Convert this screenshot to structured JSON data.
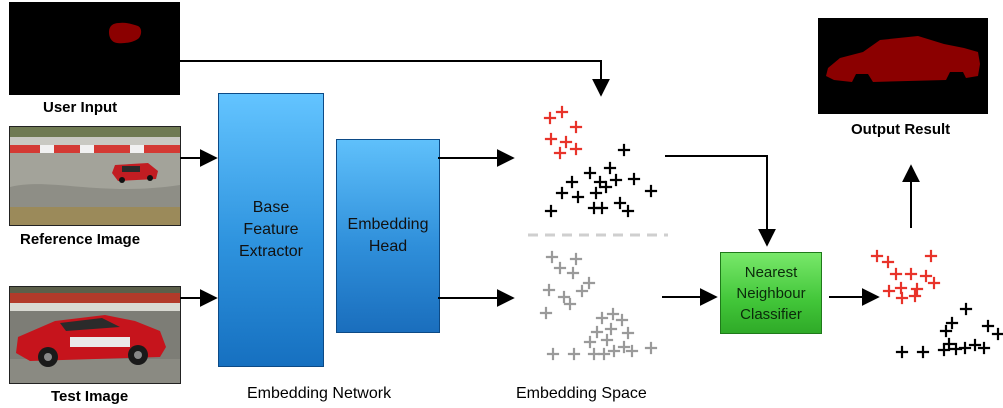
{
  "labels": {
    "user_input": "User Input",
    "reference_image": "Reference Image",
    "test_image": "Test Image",
    "output_result": "Output Result",
    "embedding_network": "Embedding Network",
    "embedding_space": "Embedding Space"
  },
  "boxes": {
    "base_feature_extractor": [
      "Base",
      "Feature",
      "Extractor"
    ],
    "embedding_head": [
      "Embedding",
      "Head"
    ],
    "nearest_neighbour_classifier": [
      "Nearest",
      "Neighbour",
      "Classifier"
    ]
  },
  "colors": {
    "foreground_marker": "#e8332a",
    "background_marker": "#000000",
    "unlabeled_marker": "#9a9a9a",
    "mask": "#8b0000",
    "network_box": "#2e93de",
    "classifier_box": "#42c639"
  }
}
